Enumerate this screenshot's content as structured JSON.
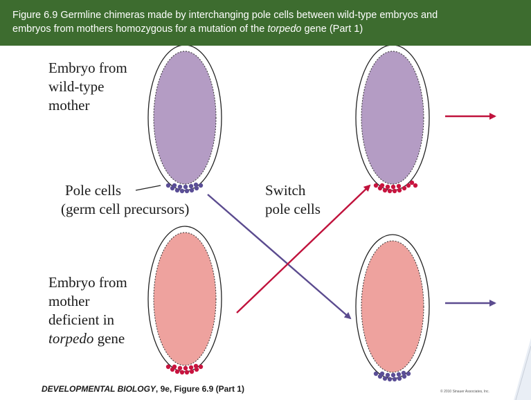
{
  "header": {
    "line1": "Figure 6.9  Germline chimeras made by interchanging pole cells between wild-type embryos and",
    "line2_prefix": "embryos from mothers homozygous for a mutation of the ",
    "line2_italic": "torpedo",
    "line2_suffix": " gene (Part 1)"
  },
  "labels": {
    "wildtype_line1": "Embryo from",
    "wildtype_line2": "wild-type",
    "wildtype_line3": "mother",
    "pole_cells_line1": "Pole cells",
    "pole_cells_line2": "(germ cell precursors)",
    "switch_line1": "Switch",
    "switch_line2": "pole cells",
    "mutant_line1": "Embryo from",
    "mutant_line2": "mother",
    "mutant_line3": "deficient in",
    "mutant_line4_italic": "torpedo",
    "mutant_line4_suffix": " gene"
  },
  "footer": {
    "book_title": "DEVELOPMENTAL BIOLOGY",
    "edition": ", 9e, Figure 6.9 (Part 1)",
    "copyright": "© 2010 Sinauer Associates, Inc."
  },
  "colors": {
    "header_bg": "#3d6c2f",
    "wildtype_embryo": "#b49cc4",
    "mutant_embryo": "#eea29e",
    "purple_cells": "#5a4e96",
    "red_cells": "#c8143f",
    "purple_arrow": "#5b4b8f",
    "red_arrow": "#c0123c"
  }
}
